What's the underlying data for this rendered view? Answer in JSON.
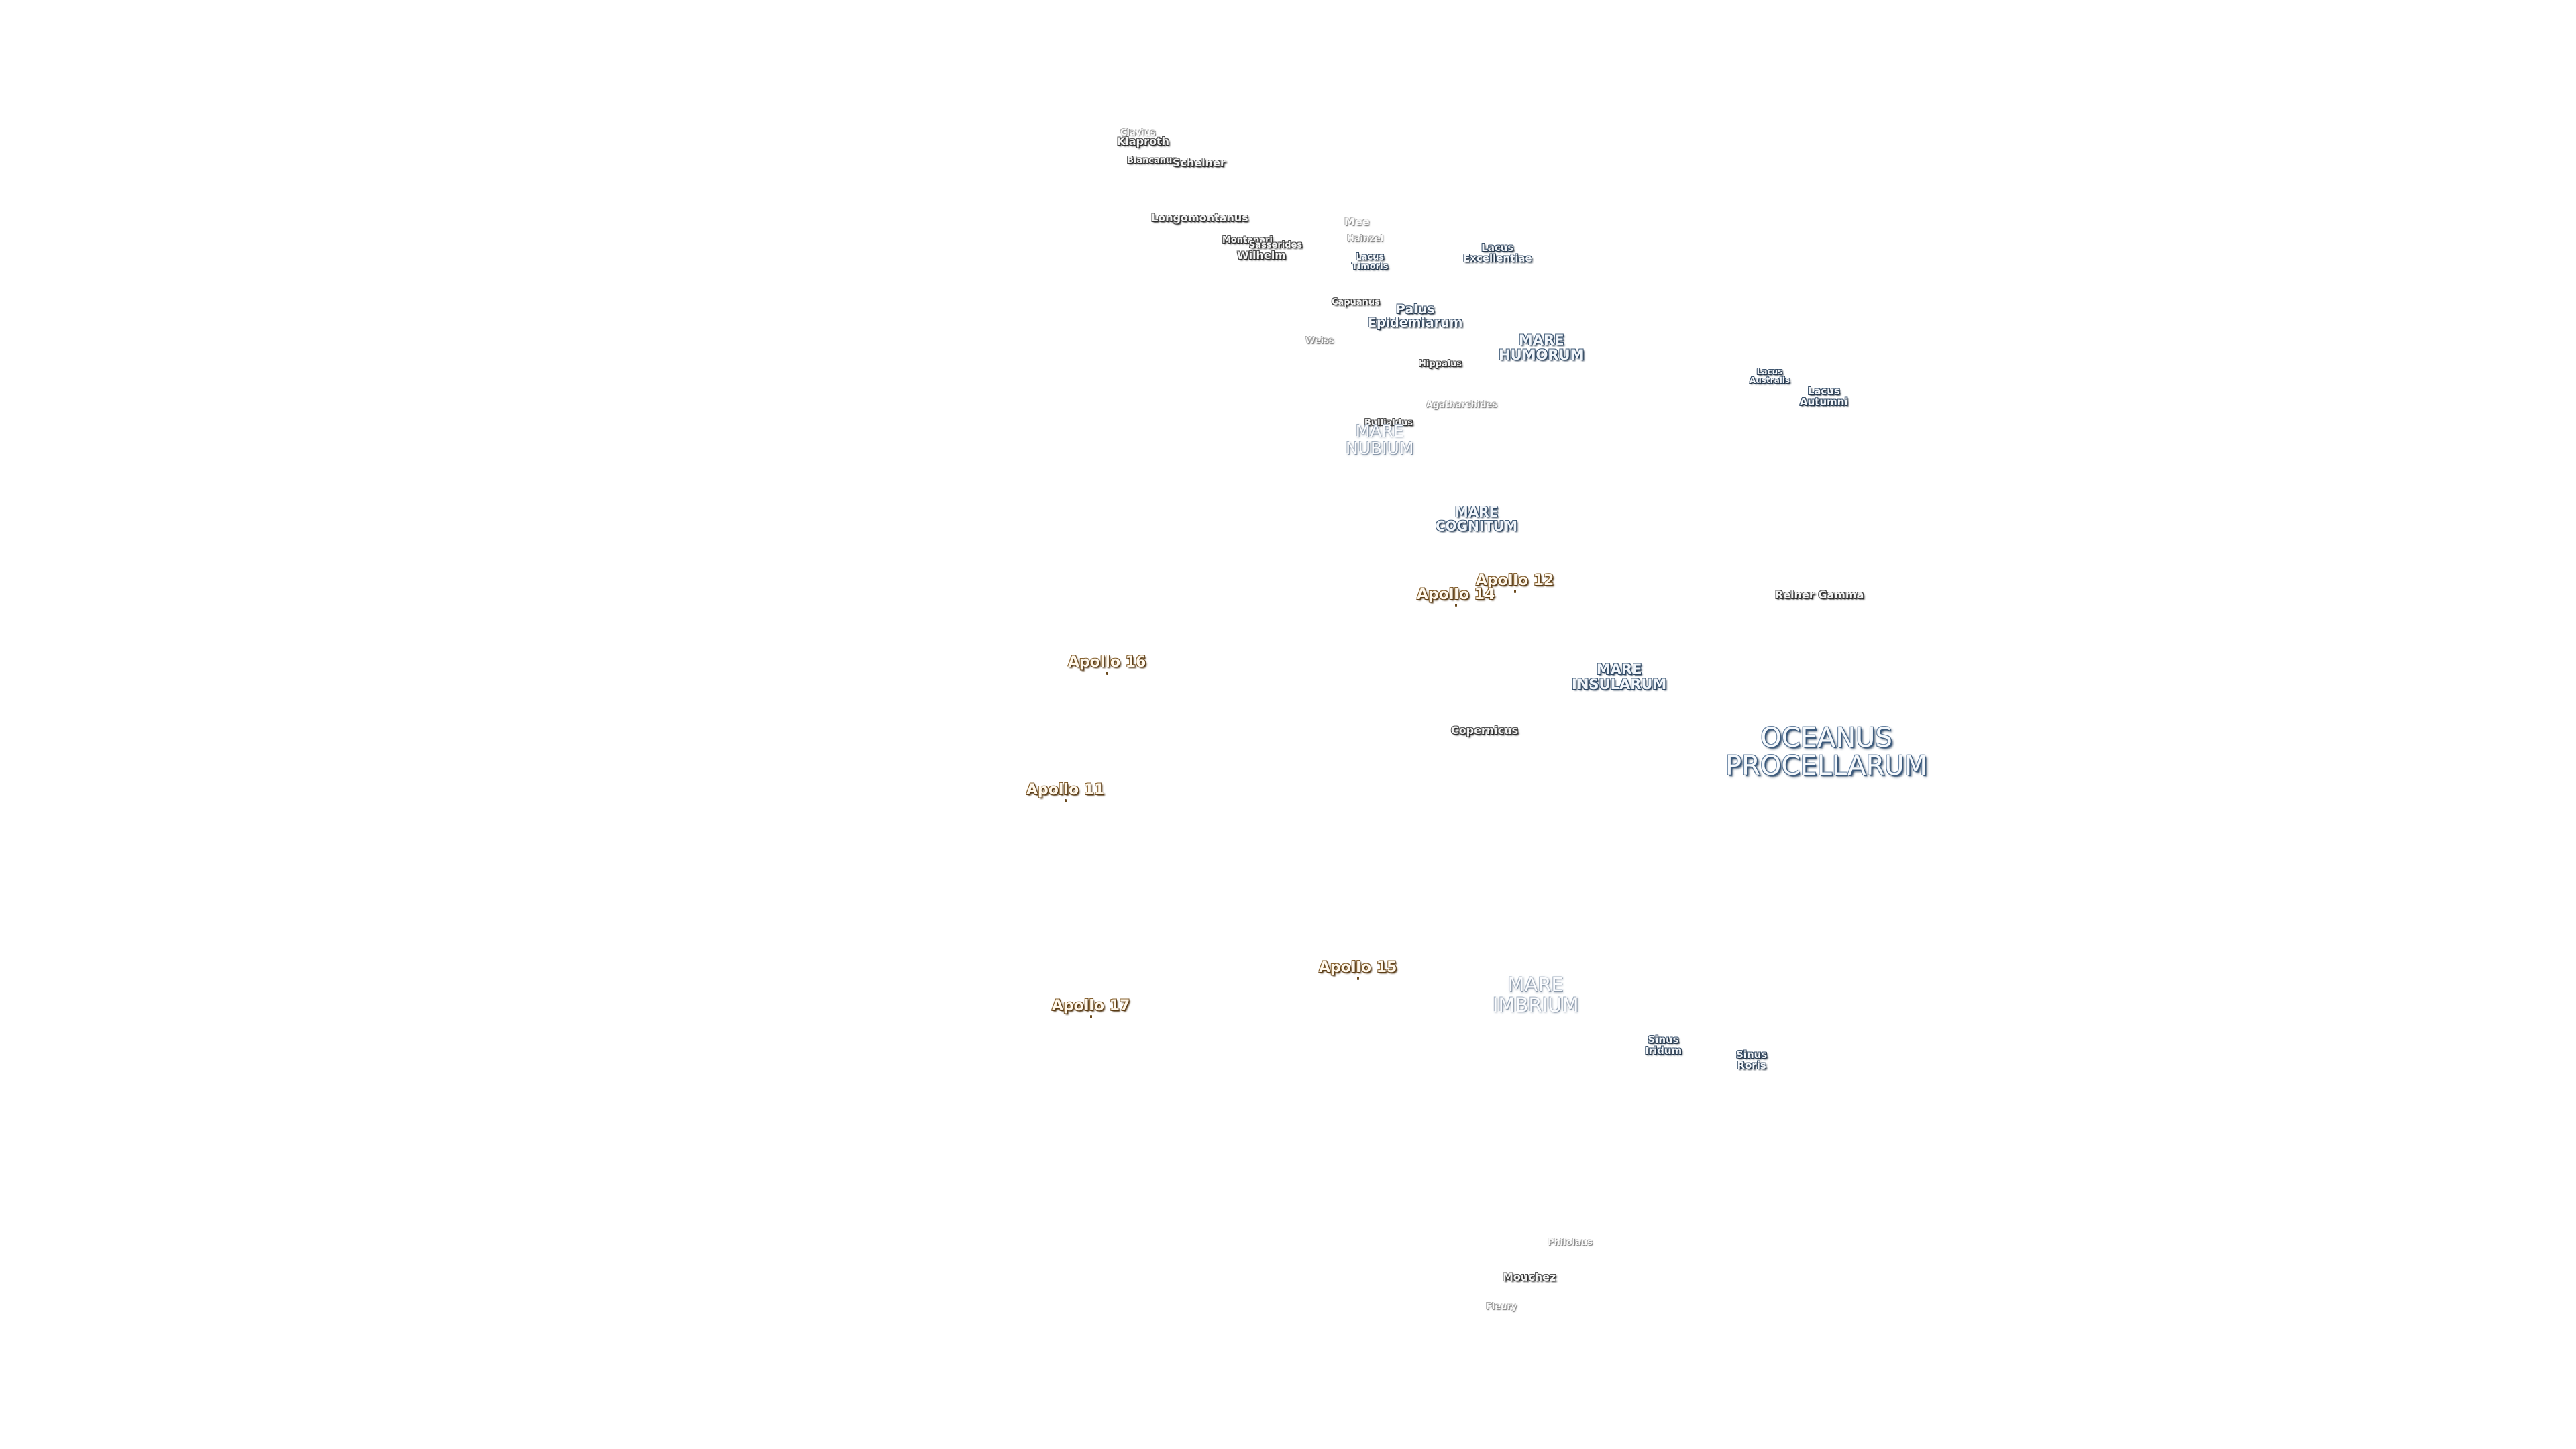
{
  "map": {
    "background": "#ffffff",
    "colors": {
      "crater": "#2a2a2a",
      "sea": "#2d4560",
      "apollo": "#5a3b14"
    },
    "craters": [
      {
        "id": "clavius",
        "text": "Clavius"
      },
      {
        "id": "klaproth",
        "text": "Klaproth"
      },
      {
        "id": "blancanus",
        "text": "Blancanus"
      },
      {
        "id": "scheiner",
        "text": "Scheiner"
      },
      {
        "id": "longomontanus",
        "text": "Longomontanus"
      },
      {
        "id": "montanari",
        "text": "Montanari"
      },
      {
        "id": "sasserides",
        "text": "Sasserides"
      },
      {
        "id": "wilhelm",
        "text": "Wilhelm"
      },
      {
        "id": "mee",
        "text": "Mee"
      },
      {
        "id": "hainzel",
        "text": "Hainzel"
      },
      {
        "id": "capuanus",
        "text": "Capuanus"
      },
      {
        "id": "weiss",
        "text": "Weiss"
      },
      {
        "id": "hippalus",
        "text": "Hippalus"
      },
      {
        "id": "agatharchides",
        "text": "Agatharchides"
      },
      {
        "id": "bullialdus",
        "text": "Bullialdus"
      },
      {
        "id": "copernicus",
        "text": "Copernicus"
      },
      {
        "id": "reiner-gamma",
        "text": "Reiner Gamma"
      },
      {
        "id": "philolaus",
        "text": "Philolaus"
      },
      {
        "id": "mouchez",
        "text": "Mouchez"
      },
      {
        "id": "fleury",
        "text": "Fleury"
      }
    ],
    "lakes": [
      {
        "id": "lacus-timoris",
        "line1": "Lacus",
        "line2": "Timoris"
      },
      {
        "id": "lacus-excellentiae",
        "line1": "Lacus",
        "line2": "Excellentiae"
      },
      {
        "id": "palus-epidemiarum",
        "line1": "Palus",
        "line2": "Epidemiarum"
      },
      {
        "id": "lacus-australis",
        "line1": "Lacus",
        "line2": "Australis"
      },
      {
        "id": "lacus-autumni",
        "line1": "Lacus",
        "line2": "Autumni"
      },
      {
        "id": "sinus-iridum",
        "line1": "Sinus",
        "line2": "Iridum"
      },
      {
        "id": "sinus-roris",
        "line1": "Sinus",
        "line2": "Roris"
      }
    ],
    "seas": [
      {
        "id": "mare-humorum",
        "line1": "MARE",
        "line2": "HUMORUM"
      },
      {
        "id": "mare-nubium",
        "line1": "MARE",
        "line2": "NUBIUM"
      },
      {
        "id": "mare-cognitum",
        "line1": "MARE",
        "line2": "COGNITUM"
      },
      {
        "id": "mare-insularum",
        "line1": "MARE",
        "line2": "INSULARUM"
      },
      {
        "id": "mare-imbrium",
        "line1": "MARE",
        "line2": "IMBRIUM"
      },
      {
        "id": "oceanus-procellarum",
        "line1": "OCEANUS",
        "line2": "PROCELLARUM"
      }
    ],
    "apollo": [
      {
        "id": "apollo-12",
        "text": "Apollo 12"
      },
      {
        "id": "apollo-14",
        "text": "Apollo 14"
      },
      {
        "id": "apollo-16",
        "text": "Apollo 16"
      },
      {
        "id": "apollo-11",
        "text": "Apollo 11"
      },
      {
        "id": "apollo-15",
        "text": "Apollo 15"
      },
      {
        "id": "apollo-17",
        "text": "Apollo 17"
      }
    ]
  }
}
